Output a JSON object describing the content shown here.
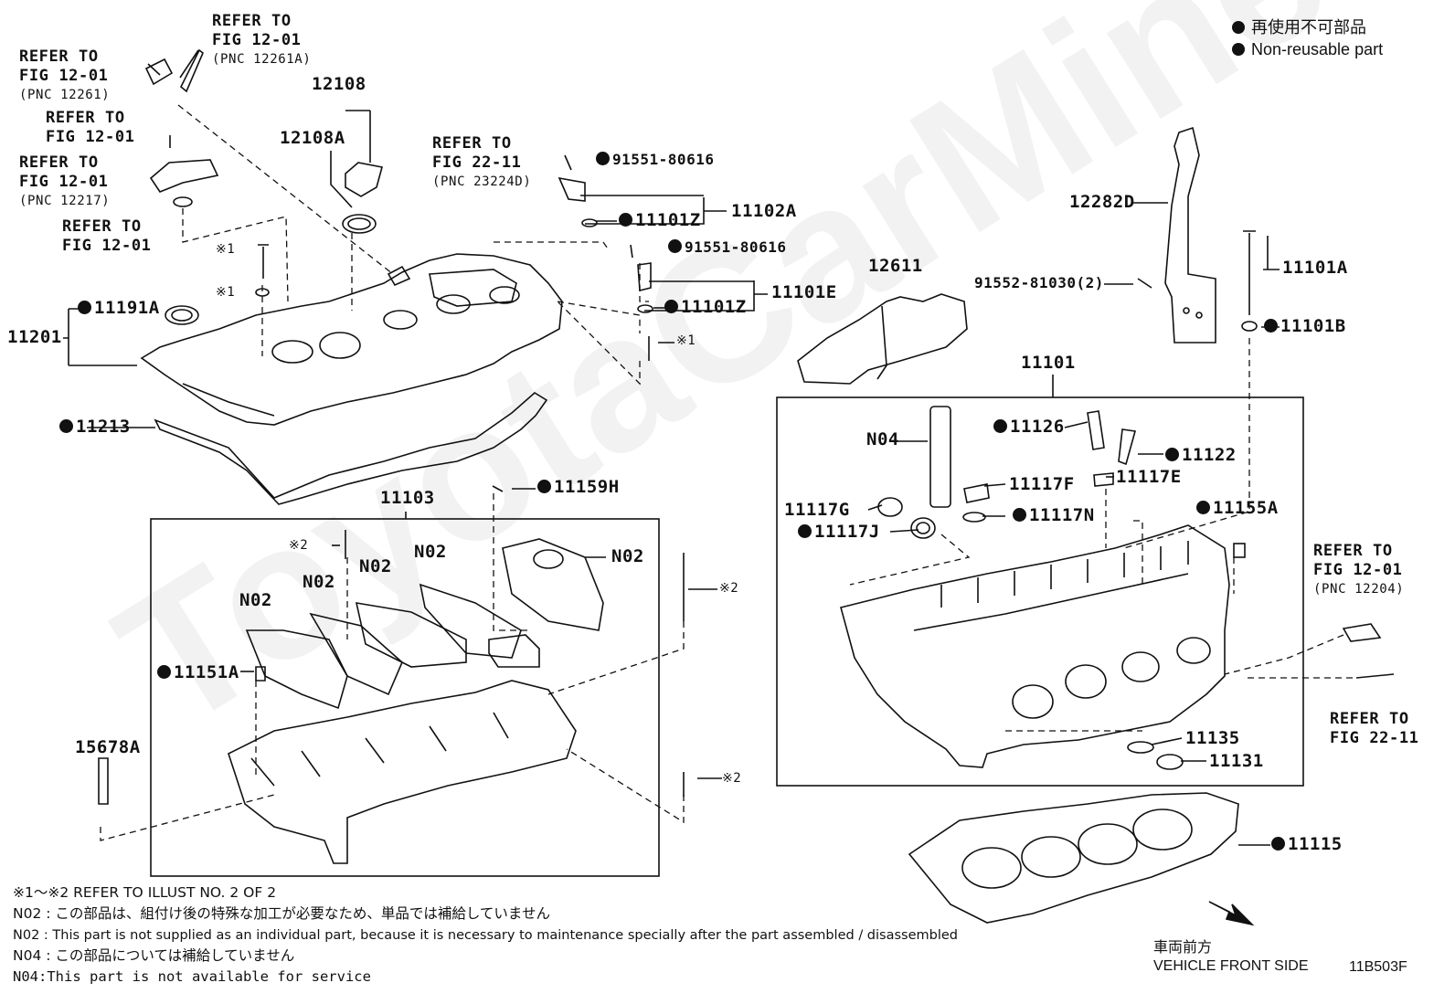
{
  "legend": {
    "jp": "再使用不可部品",
    "en": "Non-reusable part"
  },
  "watermark": "ToyotaCarMine.ru",
  "refs": {
    "r1": {
      "a": "REFER TO",
      "b": "FIG 12-01",
      "c": "(PNC 12261A)"
    },
    "r2": {
      "a": "REFER TO",
      "b": "FIG 12-01",
      "c": "(PNC 12261)"
    },
    "r3": {
      "a": "REFER TO",
      "b": "FIG 12-01"
    },
    "r4": {
      "a": "REFER TO",
      "b": "FIG 12-01",
      "c": "(PNC 12217)"
    },
    "r5": {
      "a": "REFER TO",
      "b": "FIG 12-01"
    },
    "r6": {
      "a": "REFER TO",
      "b": "FIG 22-11",
      "c": "(PNC 23224D)"
    },
    "r7": {
      "a": "REFER TO",
      "b": "FIG 12-01",
      "c": "(PNC 12204)"
    },
    "r8": {
      "a": "REFER TO",
      "b": "FIG 22-11"
    }
  },
  "labels": {
    "p12108": "12108",
    "p12108A": "12108A",
    "p91551a": "91551-80616",
    "p91551b": "91551-80616",
    "p11101Z_a": "11101Z",
    "p11102A": "11102A",
    "p11101Z_b": "11101Z",
    "p11101E": "11101E",
    "p11201": "11201",
    "p11191A": "11191A",
    "p11213": "11213",
    "mark1a": "※1",
    "mark1b": "※1",
    "mark1c": "※1",
    "p12282D": "12282D",
    "p12611": "12611",
    "p91552": "91552-81030(2)",
    "p11101A": "11101A",
    "p11101B": "11101B",
    "p11101": "11101",
    "pN04": "N04",
    "p11126": "11126",
    "p11122": "11122",
    "p11117F": "11117F",
    "p11117E": "11117E",
    "p11117G": "11117G",
    "p11117J": "11117J",
    "p11117N": "11117N",
    "p11155A": "11155A",
    "p11135": "11135",
    "p11131": "11131",
    "p11115": "11115",
    "p11103": "11103",
    "p11159H": "11159H",
    "mark2a": "※2",
    "mark2b": "※2",
    "mark2c": "※2",
    "n02a": "N02",
    "n02b": "N02",
    "n02c": "N02",
    "n02d": "N02",
    "n02e": "N02",
    "p11151A": "11151A",
    "p15678A": "15678A"
  },
  "notes": {
    "n1": "※1～※2  REFER TO ILLUST NO. 2 OF 2",
    "n2": "N02 : この部品は、組付け後の特殊な加工が必要なため、単品では補給していません",
    "n3": "N02 : This part is not supplied as an individual part, because it is necessary to maintenance specially after the part assembled / disassembled",
    "n4": "N04 : この部品については補給していません",
    "n5": "N04:This part is not available for service"
  },
  "front": {
    "jp": "車両前方",
    "en": "VEHICLE FRONT SIDE"
  },
  "code": "11B503F"
}
